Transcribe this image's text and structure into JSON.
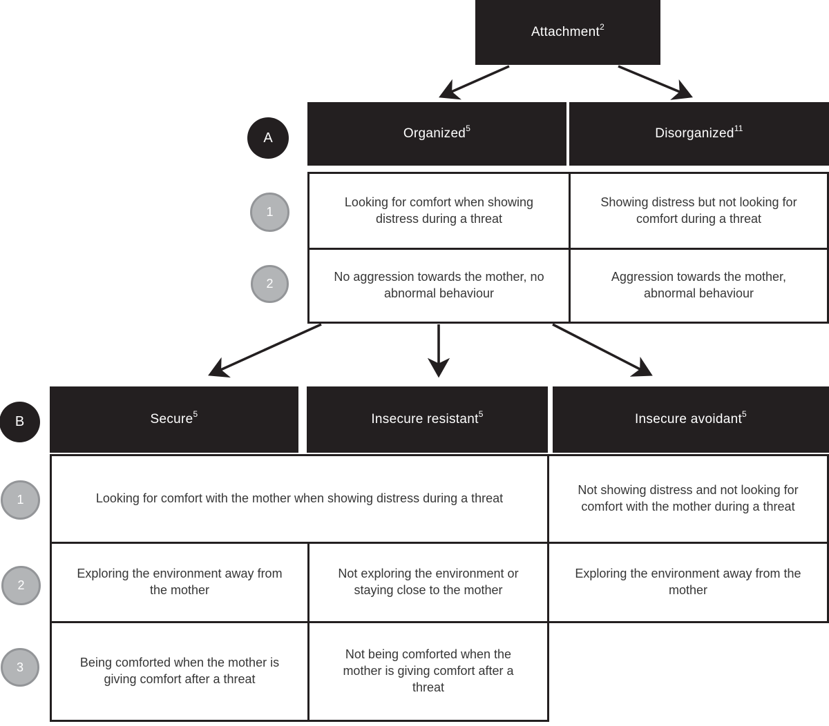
{
  "diagram": {
    "root_box": {
      "label": "Attachment",
      "sup": "2"
    },
    "section_a": {
      "marker": "A",
      "row_markers": [
        "1",
        "2"
      ],
      "headers": [
        {
          "label": "Organized",
          "sup": "5"
        },
        {
          "label": "Disorganized",
          "sup": "11"
        }
      ],
      "rows": [
        {
          "cells": [
            "Looking for comfort when showing distress during a threat",
            "Showing distress but not looking for comfort during a threat"
          ]
        },
        {
          "cells": [
            "No aggression towards the mother, no abnormal behaviour",
            "Aggression towards the mother, abnormal behaviour"
          ]
        }
      ]
    },
    "section_b": {
      "marker": "B",
      "row_markers": [
        "1",
        "2",
        "3"
      ],
      "headers": [
        {
          "label": "Secure",
          "sup": "5"
        },
        {
          "label": "Insecure resistant",
          "sup": "5"
        },
        {
          "label": "Insecure avoidant",
          "sup": "5"
        }
      ],
      "row1": {
        "merged_cell": "Looking for comfort with the mother when showing distress during a threat",
        "col3_cell": "Not showing distress and not looking for comfort with the mother during a threat"
      },
      "row2": {
        "cells": [
          "Exploring the environment away from the mother",
          "Not exploring the environment or staying close to the mother",
          "Exploring the environment away from the mother"
        ]
      },
      "row3": {
        "cells": [
          "Being comforted when the mother is giving comfort after a threat",
          "Not being comforted when the mother is giving comfort after a threat"
        ]
      }
    },
    "colors": {
      "box_black": "#231f20",
      "circle_gray_fill": "#b3b5b7",
      "circle_gray_border": "#939598",
      "cell_border": "#231f20",
      "text_dark": "#363636",
      "background": "#ffffff"
    }
  }
}
